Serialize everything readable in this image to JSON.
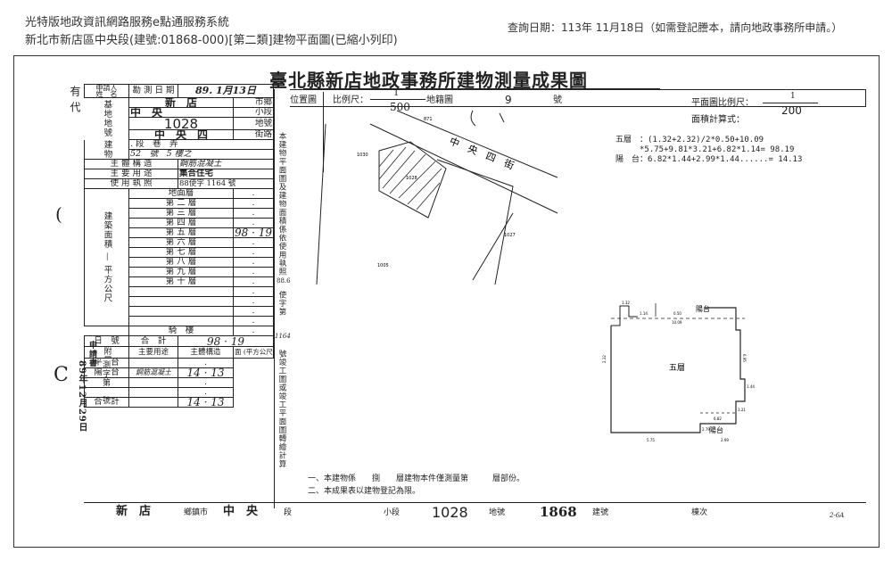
{
  "header": {
    "left_line1": "光特版地政資訊網路服務e點通服務系統",
    "left_line2": "新北市新店區中央段(建號:01868-000)[第二類]建物平面圖(已縮小列印)",
    "right": "查詢日期：113年 11月18日（如需登記謄本，請向地政事務所申請。）"
  },
  "doc": {
    "title": "臺北縣新店地政事務所建物測量成果圖",
    "applicant_label": "申請人\n姓　名",
    "survey_date_label": "勘 測 日 期",
    "survey_date": "89. 1月13日",
    "side_label": "有\n代",
    "base": {
      "group_label": "基地地號",
      "district": "新　店",
      "district_unit": "市鄉",
      "section": "中　央",
      "section_unit": "段",
      "subsection_unit": "小段",
      "lot": "1028",
      "lot_unit": "地號"
    },
    "door": {
      "group_label": "建物門牌",
      "street": "中　央　四",
      "street_unit": "街路",
      "row2": ". 段　巷　弄",
      "row3": "52　號　5 樓之"
    },
    "structure_label": "主 體 構 造",
    "structure": "鋼筋混凝土",
    "use_label": "主 要 用 途",
    "use": "集合住宅",
    "license_label": "使 用 執 照",
    "license": "88使字 1164 號",
    "area_group_label": "建築面積 — 平方公尺",
    "floors": [
      {
        "label": "地面層",
        "value": "."
      },
      {
        "label": "第 二 層",
        "value": "."
      },
      {
        "label": "第 三 層",
        "value": "."
      },
      {
        "label": "第 四 層",
        "value": "."
      },
      {
        "label": "第 五 層",
        "value": "98 · 19"
      },
      {
        "label": "第 六 層",
        "value": "."
      },
      {
        "label": "第 七 層",
        "value": "."
      },
      {
        "label": "第 八 層",
        "value": "."
      },
      {
        "label": "第 九 層",
        "value": "."
      },
      {
        "label": "第 十 層",
        "value": "."
      }
    ],
    "extra_rows": [
      ".",
      ".",
      ".",
      "."
    ],
    "balcony_label": "騎　樓",
    "balcony_value": ".",
    "total_label": "合　計",
    "total": "98 · 19",
    "left_vertical": "申請書",
    "left_vertical2": "89年12月29日",
    "left_vertical3": "測字第　號",
    "date_no": "日　號",
    "annex_label": "附屬建物",
    "annex_headers": [
      "主要用途",
      "主體構造",
      "面 (平方公尺) 積"
    ],
    "annex_rows": [
      {
        "use": "平　台",
        "struct": "",
        "area": "."
      },
      {
        "use": "陽　台",
        "struct": "鋼筋混凝土",
        "area": "14 · 13"
      },
      {
        "use": "",
        "struct": "",
        "area": "."
      },
      {
        "use": "",
        "struct": "",
        "area": "."
      }
    ],
    "annex_total_label": "合　計",
    "annex_total": "14 · 13",
    "mid_vertical1": "本建物平面圖及建物面積係依使用執照",
    "mid_vertical2": "88.6",
    "mid_vertical3": "使字第",
    "mid_vertical4": "1164",
    "mid_vertical5": "號竣工圖或竣工平面圖轉繪計算",
    "location_label": "位置圖",
    "location_scale_label": "比例尺：",
    "location_scale_num": "1",
    "location_scale_den": "500",
    "cadastral_label": "地籍圖",
    "cadastral_no": "9",
    "cadastral_unit": "號",
    "street_name": "中　央　四　街",
    "plot_labels": [
      "871",
      "1030",
      "1028",
      "1027",
      "1005"
    ],
    "plan_scale_label": "平面圖比例尺：",
    "plan_scale_num": "1",
    "plan_scale_den": "200",
    "area_calc_label": "面積計算式：",
    "calc_lines": [
      "五層　：(1.32+2.32)/2*0.50+10.09",
      "　　　*5.75+9.81*3.21+6.82*1.14= 98.19",
      "陽　台：6.82*1.44+2.99*1.44......= 14.13"
    ],
    "plan_floor_label": "五層",
    "plan_balcony_top": "陽台",
    "plan_balcony_bottom": "陽台",
    "dims": [
      "1.32",
      "1.14",
      "10.09",
      "2.32",
      "0.50",
      "6.95",
      "5.75",
      "1.44",
      "3.21",
      "6.82",
      "2.79",
      "2.99"
    ],
    "note1": "一、本建物係　　捌　　層建物本件僅測量第　　　層部份。",
    "note2": "二、本成果表以建物登記為限。",
    "footer": {
      "district": "新　店",
      "district_unit": "鄉鎮市",
      "section": "中　央",
      "section_unit": "段",
      "subsection_unit": "小段",
      "lot": "1028",
      "lot_unit": "地號",
      "building_no": "1868",
      "building_unit": "建號",
      "unit_label": "棟次",
      "page_mark": "2-6A"
    },
    "margin_marks": [
      "(",
      "C"
    ]
  }
}
